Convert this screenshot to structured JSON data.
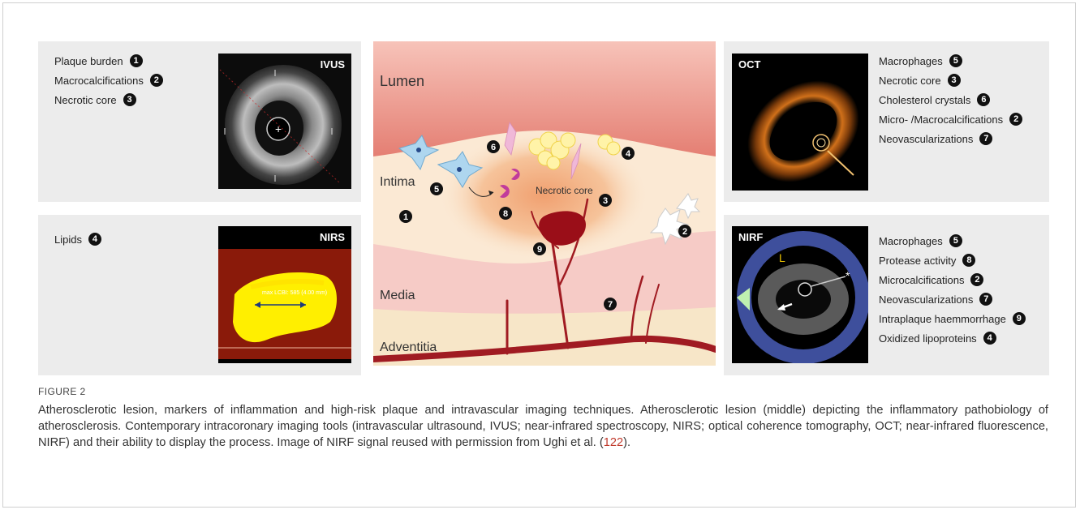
{
  "panels": {
    "ivus": {
      "label": "IVUS",
      "items": [
        {
          "text": "Plaque burden",
          "num": "1"
        },
        {
          "text": "Macrocalcifications",
          "num": "2"
        },
        {
          "text": "Necrotic core",
          "num": "3"
        }
      ]
    },
    "nirs": {
      "label": "NIRS",
      "overlay_text": "max LCBI: 585 (4.00 mm)",
      "items": [
        {
          "text": "Lipids",
          "num": "4"
        }
      ]
    },
    "oct": {
      "label": "OCT",
      "items": [
        {
          "text": "Macrophages",
          "num": "5"
        },
        {
          "text": "Necrotic core",
          "num": "3"
        },
        {
          "text": "Cholesterol crystals",
          "num": "6"
        },
        {
          "text": "Micro- /Macrocalcifications",
          "num": "2"
        },
        {
          "text": "Neovascularizations",
          "num": "7"
        }
      ]
    },
    "nirf": {
      "label": "NIRF",
      "marker_l": "L",
      "marker_star": "*",
      "items": [
        {
          "text": "Macrophages",
          "num": "5"
        },
        {
          "text": "Protease activity",
          "num": "8"
        },
        {
          "text": "Microcalcifications",
          "num": "2"
        },
        {
          "text": "Neovascularizations",
          "num": "7"
        },
        {
          "text": "Intraplaque haemmorrhage",
          "num": "9"
        },
        {
          "text": "Oxidized lipoproteins",
          "num": "4"
        }
      ]
    }
  },
  "diagram": {
    "layers": {
      "lumen": "Lumen",
      "intima": "Intima",
      "media": "Media",
      "adventitia": "Adventitia"
    },
    "necrotic_core": "Necrotic core",
    "markers": [
      "1",
      "2",
      "3",
      "4",
      "5",
      "6",
      "7",
      "8",
      "9"
    ]
  },
  "caption": {
    "title": "FIGURE 2",
    "text_before_ref": "Atherosclerotic lesion, markers of inflammation and high-risk plaque and intravascular imaging techniques. Atherosclerotic lesion (middle) depicting the inflammatory pathobiology of atherosclerosis. Contemporary intracoronary imaging tools (intravascular ultrasound, IVUS; near-infrared spectroscopy, NIRS; optical coherence tomography, OCT; near-infrared fluorescence, NIRF) and their ability to display the process. Image of NIRF signal reused with permission from Ughi et al. (",
    "ref": "122",
    "text_after_ref": ")."
  },
  "colors": {
    "panel_bg": "#ececec",
    "lumen": "#e2766a",
    "intima": "#fbe9d4",
    "media": "#f6cbc6",
    "adventitia": "#f7e6c8",
    "vessel": "#a01b22",
    "nirs_red": "#8a1a0a",
    "nirs_yellow": "#ffef00",
    "nirf_ring": "#3e4f9c"
  }
}
